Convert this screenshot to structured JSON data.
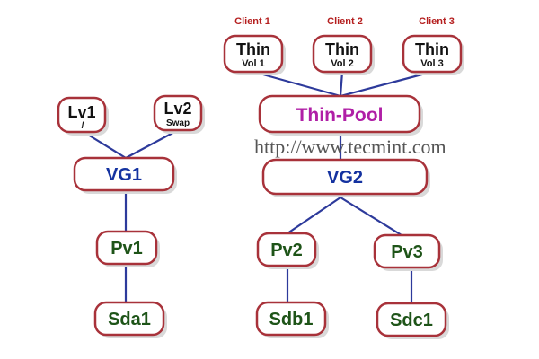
{
  "left": {
    "lv1": {
      "label": "Lv1",
      "sub": "/"
    },
    "lv2": {
      "label": "Lv2",
      "sub": "Swap"
    },
    "vg": "VG1",
    "pv": "Pv1",
    "disk": "Sda1"
  },
  "right": {
    "clients": [
      "Client 1",
      "Client 2",
      "Client 3"
    ],
    "thin_vols": [
      {
        "label": "Thin",
        "sub": "Vol 1"
      },
      {
        "label": "Thin",
        "sub": "Vol 2"
      },
      {
        "label": "Thin",
        "sub": "Vol 3"
      }
    ],
    "pool": "Thin-Pool",
    "vg": "VG2",
    "pvs": [
      "Pv2",
      "Pv3"
    ],
    "disks": [
      "Sdb1",
      "Sdc1"
    ]
  },
  "watermark": "http://www.tecmint.com",
  "colors": {
    "border": "#a8323a",
    "connector": "#2d3a9b",
    "vg_text": "#1432a0",
    "pv_text": "#1e5418",
    "pool_text": "#b01fa6",
    "client_text": "#b51f1f"
  }
}
